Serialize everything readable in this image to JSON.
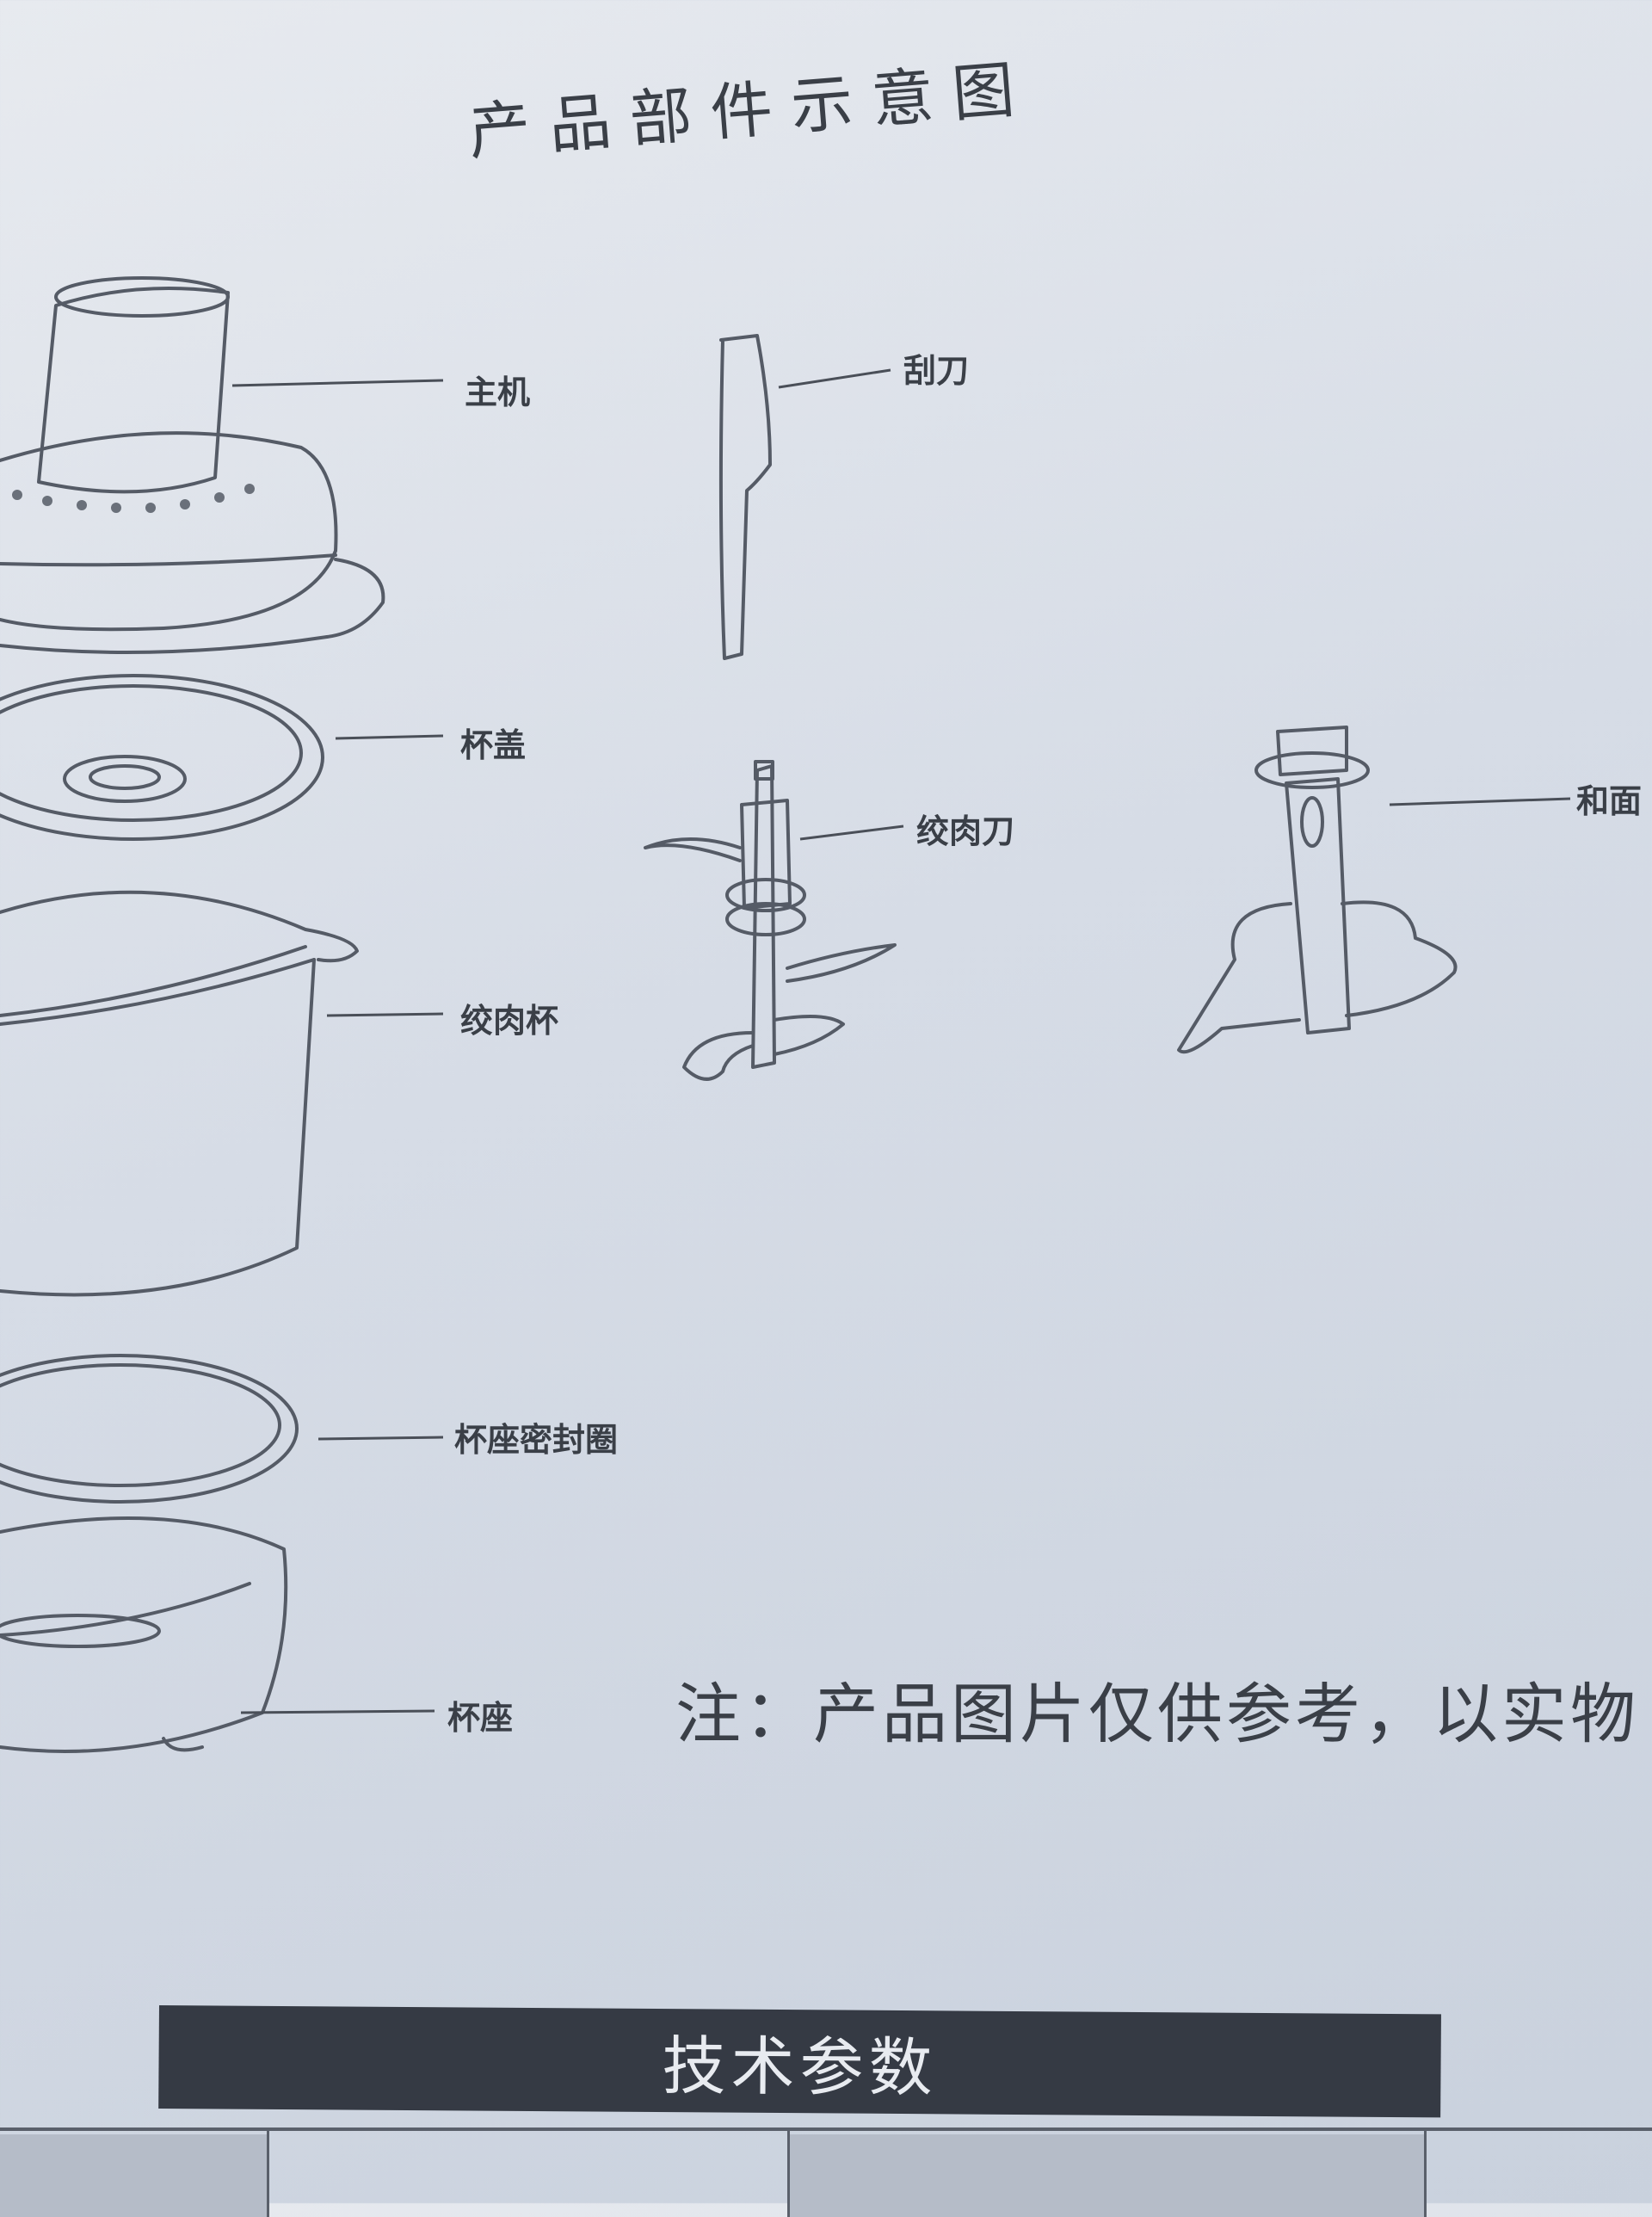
{
  "title": "产品部件示意图",
  "parts": {
    "main_unit": "主机",
    "cup_lid": "杯盖",
    "mincing_cup": "绞肉杯",
    "seat_seal": "杯座密封圈",
    "cup_seat": "杯座",
    "scraper": "刮刀",
    "mincing_blade": "绞肉刀",
    "dough_hook": "和面"
  },
  "note": "注：产品图片仅供参考，以实物",
  "section_banner": "技术参数"
}
